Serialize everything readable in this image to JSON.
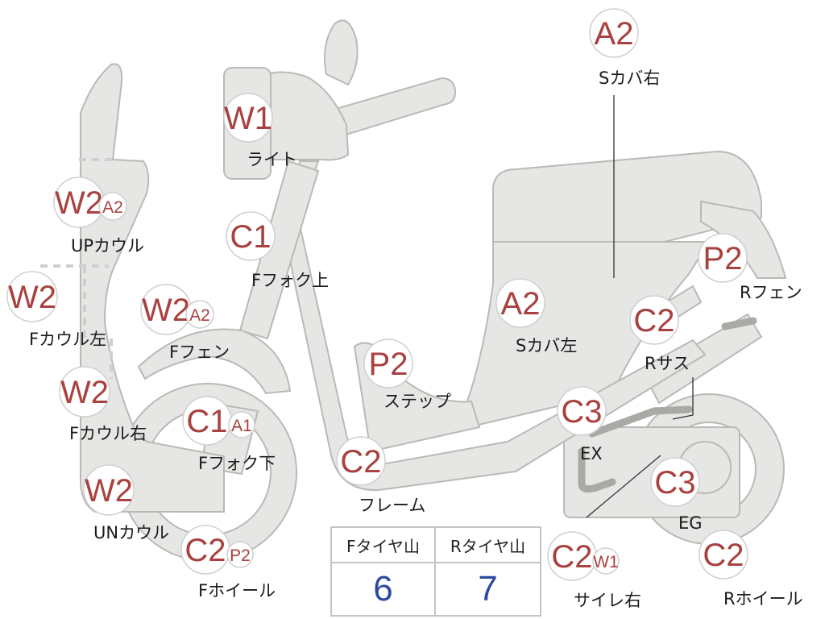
{
  "parts": [
    {
      "id": "light",
      "name": "ライト",
      "codes": [
        "W1"
      ]
    },
    {
      "id": "ffork-up",
      "name": "Fフォク上",
      "codes": [
        "C1"
      ]
    },
    {
      "id": "up-cowl",
      "name": "UPカウル",
      "codes": [
        "W2",
        "A2"
      ]
    },
    {
      "id": "f-cowl-left",
      "name": "Fカウル左",
      "codes": [
        "W2"
      ]
    },
    {
      "id": "f-fender",
      "name": "Fフェン",
      "codes": [
        "W2",
        "A2"
      ]
    },
    {
      "id": "f-cowl-right",
      "name": "Fカウル右",
      "codes": [
        "W2"
      ]
    },
    {
      "id": "ffork-down",
      "name": "Fフォク下",
      "codes": [
        "C1",
        "A1"
      ]
    },
    {
      "id": "un-cowl",
      "name": "UNカウル",
      "codes": [
        "W2"
      ]
    },
    {
      "id": "f-wheel",
      "name": "Fホイール",
      "codes": [
        "C2",
        "P2"
      ]
    },
    {
      "id": "frame",
      "name": "フレーム",
      "codes": [
        "C2"
      ]
    },
    {
      "id": "step",
      "name": "ステップ",
      "codes": [
        "P2"
      ]
    },
    {
      "id": "s-cover-left",
      "name": "Sカバ左",
      "codes": [
        "A2"
      ]
    },
    {
      "id": "s-cover-right",
      "name": "Sカバ右",
      "codes": [
        "A2"
      ]
    },
    {
      "id": "r-fender",
      "name": "Rフェン",
      "codes": [
        "P2"
      ]
    },
    {
      "id": "r-sus",
      "name": "Rサス",
      "codes": [
        "C2"
      ]
    },
    {
      "id": "ex",
      "name": "EX",
      "codes": [
        "C3"
      ]
    },
    {
      "id": "eg",
      "name": "EG",
      "codes": [
        "C3"
      ]
    },
    {
      "id": "silencer-right",
      "name": "サイレ右",
      "codes": [
        "C2",
        "W1"
      ]
    },
    {
      "id": "r-wheel",
      "name": "Rホイール",
      "codes": [
        "C2"
      ]
    }
  ],
  "tire_table": {
    "headers": [
      "Fタイヤ山",
      "Rタイヤ山"
    ],
    "values": [
      "6",
      "7"
    ]
  }
}
